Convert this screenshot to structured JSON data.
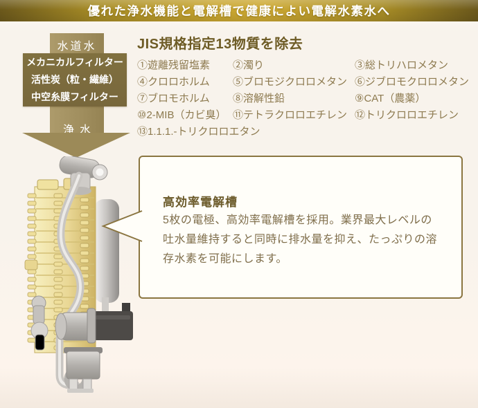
{
  "banner": {
    "title": "優れた浄水機能と電解槽で健康によい電解水素水へ"
  },
  "flow": {
    "input_label": "水道水",
    "filter_lines": [
      "メカニカルフィルター",
      "活性炭（粒・繊維）",
      "中空糸膜フィルター"
    ],
    "output_label": "浄水"
  },
  "jis": {
    "heading": "JIS規格指定13物質を除去",
    "rows": [
      [
        "①遊離残留塩素",
        "②濁り",
        "③総トリハロメタン"
      ],
      [
        "④クロロホルム",
        "⑤ブロモジクロロメタン",
        "⑥ジブロモクロロメタン"
      ],
      [
        "⑦ブロモホルム",
        "⑧溶解性鉛",
        "⑨CAT（農薬）"
      ],
      [
        "⑩2-MIB（カビ臭）",
        "⑪テトラクロロエチレン",
        "⑫トリクロロエチレン"
      ],
      [
        "⑬1.1.1.-トリクロロエタン"
      ]
    ]
  },
  "callout": {
    "title": "高効率電解槽",
    "body": "5枚の電極、高効率電解槽を採用。業界最大レベルの吐水量維持すると同時に排水量を抑え、たっぷりの溶存水素を可能にします。"
  },
  "image": {
    "subject": "electrolysis-unit"
  },
  "colors": {
    "banner_gold_center": "#c9a630",
    "banner_gold_edge": "#6b581b",
    "arrow_olive": "#9c8a58",
    "filter_box_olive": "#7c6a3e",
    "heading_olive": "#6e5c26",
    "list_text": "#8d7a4f",
    "callout_border": "#8a7540",
    "callout_title": "#6b5a2a",
    "callout_body": "#7f6e4b",
    "background_cream": "#f8f3ec"
  }
}
